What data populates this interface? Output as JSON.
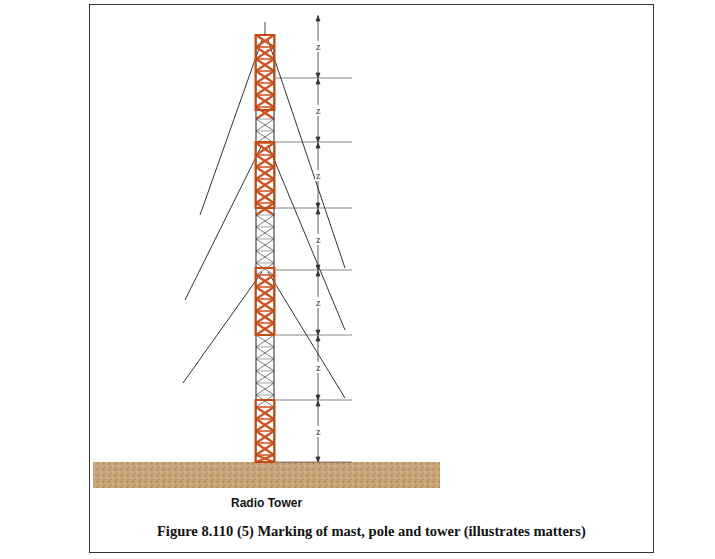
{
  "diagram": {
    "caption": "Figure 8.110 (5)   Marking of mast, pole and tower (illustrates matters)",
    "labels": [
      "z",
      "z",
      "z",
      "z",
      "z",
      "z",
      "z",
      "Radio Tower"
    ]
  }
}
